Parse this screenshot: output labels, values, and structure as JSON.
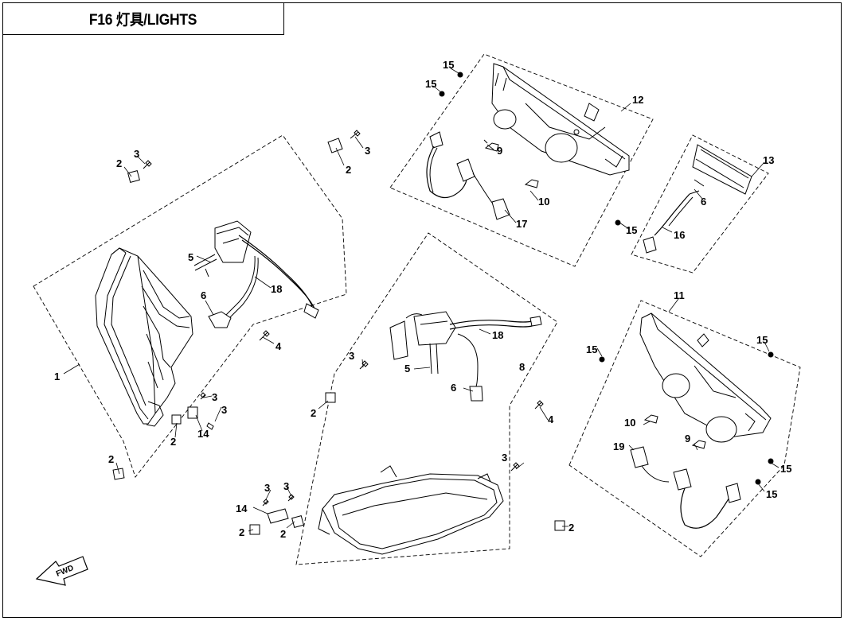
{
  "title": "F16 灯具/LIGHTS",
  "fwd_label": "FWD",
  "callouts": [
    {
      "id": "c1",
      "text": "1"
    },
    {
      "id": "c2a",
      "text": "2"
    },
    {
      "id": "c3a",
      "text": "3"
    },
    {
      "id": "c2b",
      "text": "2"
    },
    {
      "id": "c3b",
      "text": "3"
    },
    {
      "id": "c5a",
      "text": "5"
    },
    {
      "id": "c6a",
      "text": "6"
    },
    {
      "id": "c18a",
      "text": "18"
    },
    {
      "id": "c4a",
      "text": "4"
    },
    {
      "id": "c3c",
      "text": "3"
    },
    {
      "id": "c3d",
      "text": "3"
    },
    {
      "id": "c14a",
      "text": "14"
    },
    {
      "id": "c2c",
      "text": "2"
    },
    {
      "id": "c2d",
      "text": "2"
    },
    {
      "id": "c15a",
      "text": "15"
    },
    {
      "id": "c15b",
      "text": "15"
    },
    {
      "id": "c12",
      "text": "12"
    },
    {
      "id": "c9a",
      "text": "9"
    },
    {
      "id": "c10a",
      "text": "10"
    },
    {
      "id": "c17",
      "text": "17"
    },
    {
      "id": "c15c",
      "text": "15"
    },
    {
      "id": "c13",
      "text": "13"
    },
    {
      "id": "c6b",
      "text": "6"
    },
    {
      "id": "c16",
      "text": "16"
    },
    {
      "id": "c18b",
      "text": "18"
    },
    {
      "id": "c3e",
      "text": "3"
    },
    {
      "id": "c8",
      "text": "8"
    },
    {
      "id": "c5b",
      "text": "5"
    },
    {
      "id": "c6c",
      "text": "6"
    },
    {
      "id": "c2e",
      "text": "2"
    },
    {
      "id": "c4b",
      "text": "4"
    },
    {
      "id": "c3f",
      "text": "3"
    },
    {
      "id": "c3g",
      "text": "3"
    },
    {
      "id": "c3h",
      "text": "3"
    },
    {
      "id": "c14b",
      "text": "14"
    },
    {
      "id": "c2f",
      "text": "2"
    },
    {
      "id": "c2g",
      "text": "2"
    },
    {
      "id": "c2h",
      "text": "2"
    },
    {
      "id": "c11",
      "text": "11"
    },
    {
      "id": "c15d",
      "text": "15"
    },
    {
      "id": "c15e",
      "text": "15"
    },
    {
      "id": "c10b",
      "text": "10"
    },
    {
      "id": "c19",
      "text": "19"
    },
    {
      "id": "c9b",
      "text": "9"
    },
    {
      "id": "c15f",
      "text": "15"
    },
    {
      "id": "c15g",
      "text": "15"
    }
  ]
}
